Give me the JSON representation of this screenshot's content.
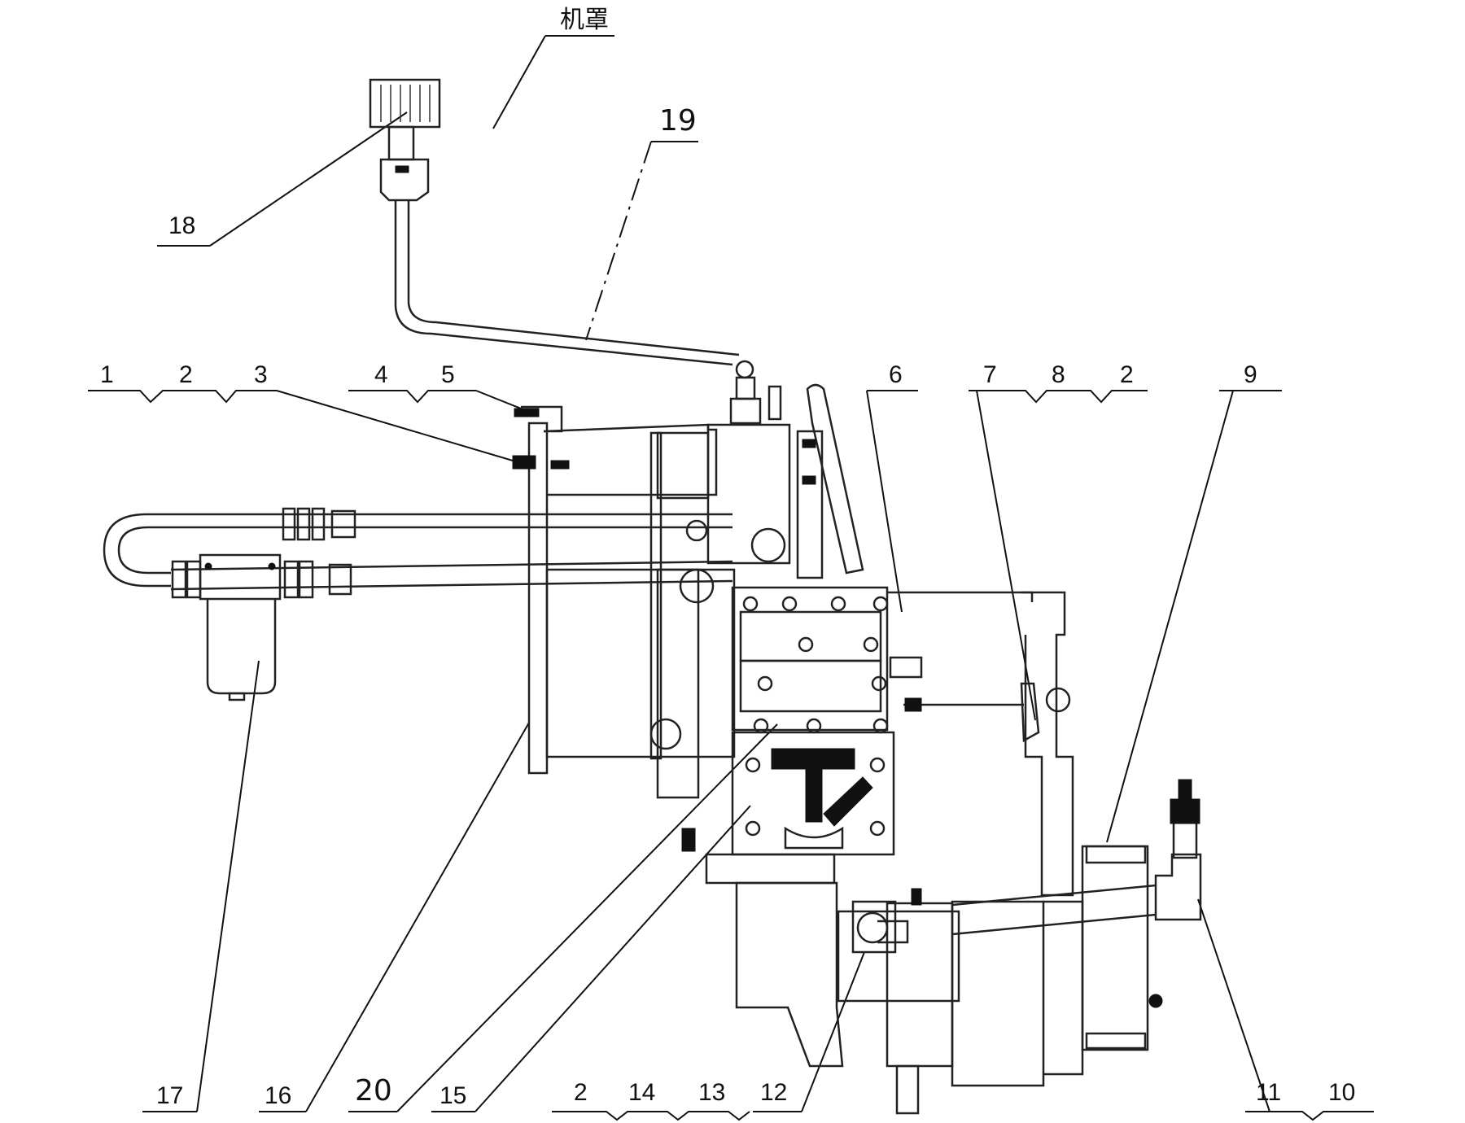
{
  "diagram": {
    "hood_label": "机罩",
    "callouts": {
      "c1": "1",
      "c2a": "2",
      "c3": "3",
      "c4": "4",
      "c5": "5",
      "c6": "6",
      "c7": "7",
      "c8": "8",
      "c2b": "2",
      "c9": "9",
      "c18": "18",
      "c19": "19",
      "c17": "17",
      "c16": "16",
      "c20": "20",
      "c15": "15",
      "c2c": "2",
      "c14": "14",
      "c13": "13",
      "c12": "12",
      "c11": "11",
      "c10": "10"
    }
  }
}
